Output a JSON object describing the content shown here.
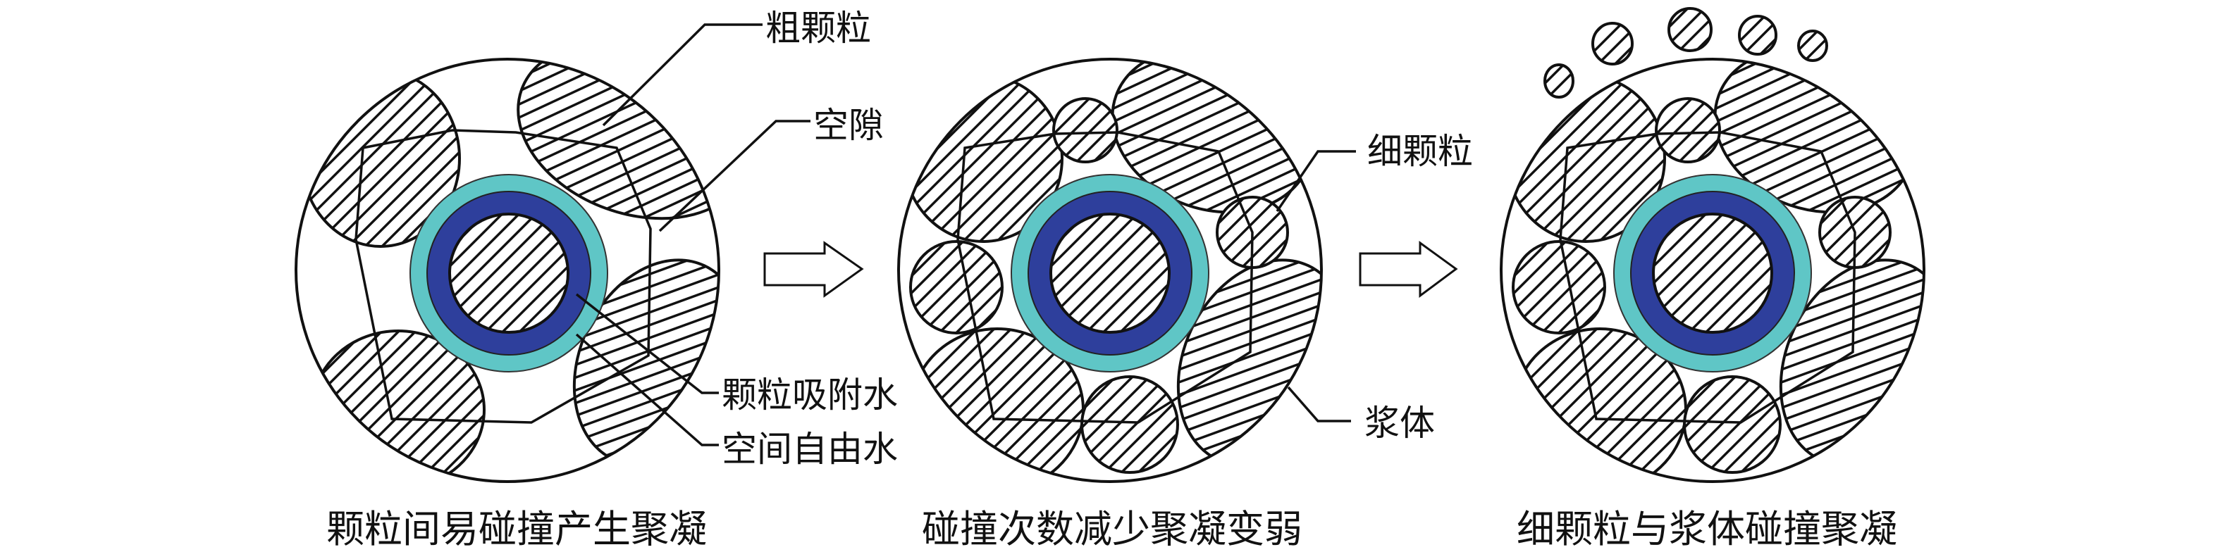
{
  "labels": {
    "coarse_particle": "粗颗粒",
    "void": "空隙",
    "adsorbed_water": "颗粒吸附水",
    "free_water": "空间自由水",
    "fine_particle": "细颗粒",
    "paste": "浆体"
  },
  "captions": [
    "颗粒间易碰撞产生聚凝",
    "碰撞次数减少聚凝变弱",
    "细颗粒与浆体碰撞聚凝"
  ],
  "colors": {
    "adsorbed_water": "#2e3f9c",
    "free_water": "#5fc6c6",
    "line": "#111111"
  }
}
